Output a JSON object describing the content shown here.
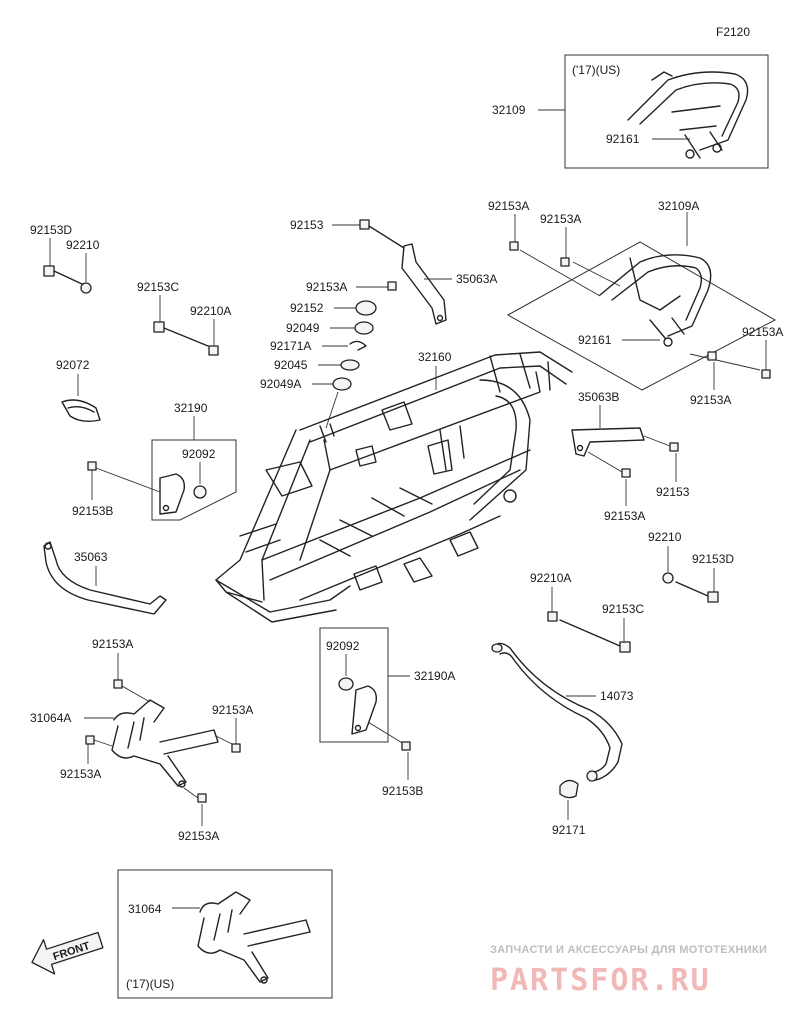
{
  "diagram": {
    "code": "F2120",
    "variant_label": "('17)(US)",
    "front_label": "FRONT",
    "parts": {
      "p32109": "32109",
      "p92161_top": "92161",
      "p32109A": "32109A",
      "p92153A_a": "92153A",
      "p92153A_b": "92153A",
      "p92153A_c": "92153A",
      "p92153A_d": "92153A",
      "p92161_mid": "92161",
      "p92153D_top": "92153D",
      "p92210_top": "92210",
      "p92153": "92153",
      "p35063A": "35063A",
      "p92153A_e": "92153A",
      "p92152": "92152",
      "p92049": "92049",
      "p92171A": "92171A",
      "p92045": "92045",
      "p92049A": "92049A",
      "p32160": "32160",
      "p92153C_top": "92153C",
      "p92210A_top": "92210A",
      "p92072": "92072",
      "p32190": "32190",
      "p92092_top": "92092",
      "p92153B_left": "92153B",
      "p35063B": "35063B",
      "p92153_right": "92153",
      "p92153A_f": "92153A",
      "p35063": "35063",
      "p92210_right": "92210",
      "p92153D_right": "92153D",
      "p92210A_right": "92210A",
      "p92153C_right": "92153C",
      "p92153A_g": "92153A",
      "p31064A": "31064A",
      "p92153A_h": "92153A",
      "p92153A_i": "92153A",
      "p92153A_j": "92153A",
      "p92092_bot": "92092",
      "p32190A": "32190A",
      "p92153B_bot": "92153B",
      "p14073": "14073",
      "p92171": "92171",
      "p31064": "31064"
    }
  },
  "watermark": {
    "tagline": "ЗАПЧАСТИ И АКСЕССУАРЫ ДЛЯ МОТОТЕХНИКИ",
    "logo": "PARTSFOR.RU"
  }
}
